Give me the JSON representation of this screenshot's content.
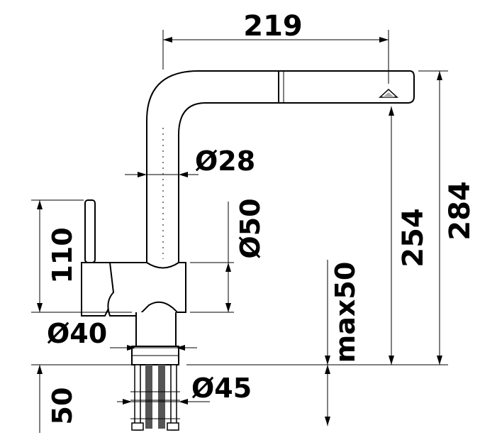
{
  "dimensions": {
    "total_width": "219",
    "spout_diameter": "Ø28",
    "body_diameter": "Ø50",
    "base_diameter": "Ø40",
    "shank_diameter": "Ø45",
    "spout_height": "254",
    "total_height": "284",
    "lever_height": "110",
    "max_deck_thickness": "max50",
    "shank_length": "50"
  },
  "colors": {
    "line": "#000000",
    "background": "#ffffff"
  }
}
